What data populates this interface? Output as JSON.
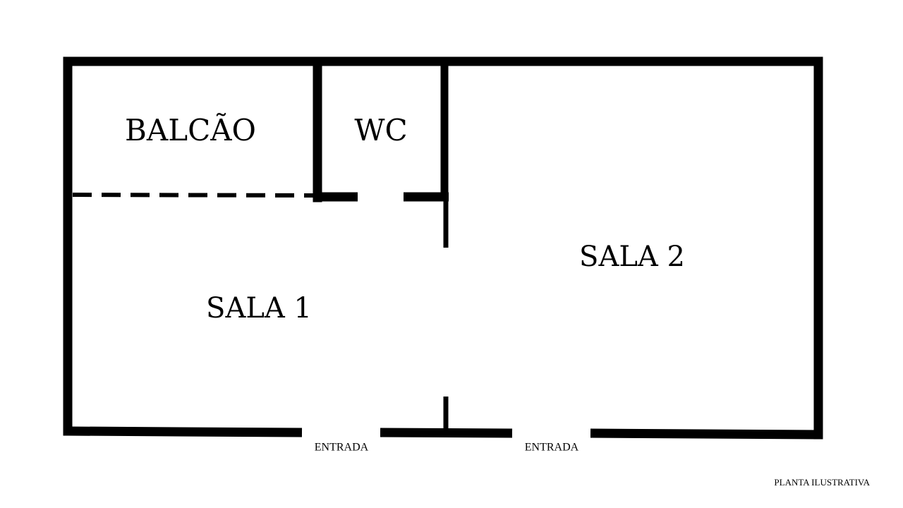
{
  "rooms": {
    "balcao": "BALCÃO",
    "wc": "WC",
    "sala1": "SALA 1",
    "sala2": "SALA 2"
  },
  "entrances": {
    "left": "ENTRADA",
    "right": "ENTRADA"
  },
  "caption": "PLANTA ILUSTRATIVA",
  "colors": {
    "wall": "#000000",
    "background": "#ffffff"
  }
}
